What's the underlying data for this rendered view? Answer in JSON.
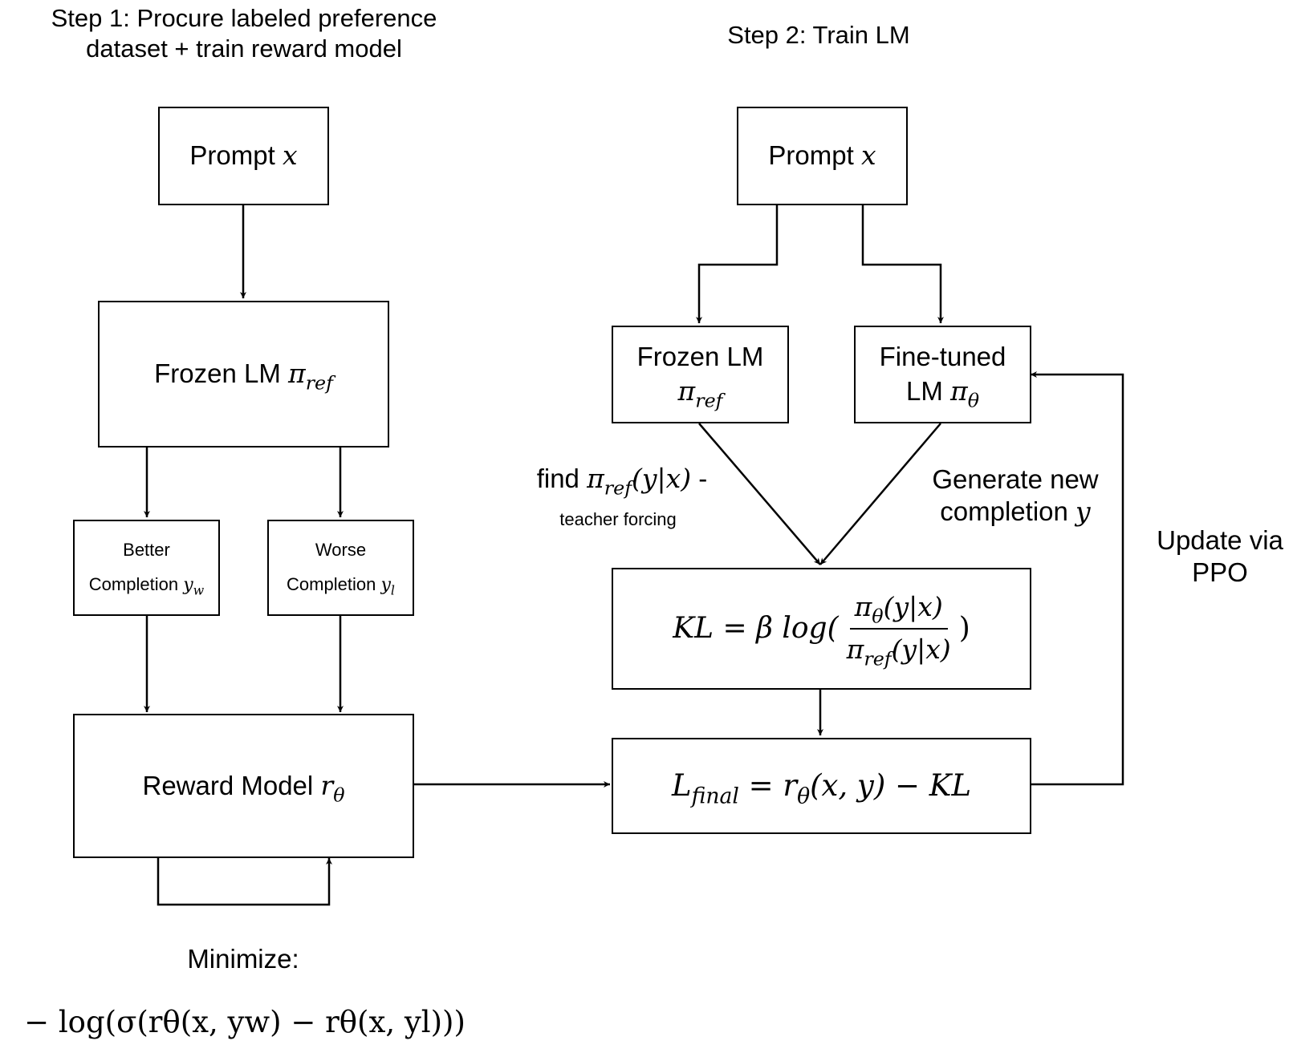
{
  "step1_title": {
    "line1": "Step 1: Procure labeled preference",
    "line2": "dataset + train reward model"
  },
  "step2_title": "Step 2: Train LM",
  "step1": {
    "prompt": {
      "text": "Prompt ",
      "math": "x"
    },
    "frozen_lm": {
      "text": "Frozen LM ",
      "pi": "π",
      "sub": "ref"
    },
    "better": {
      "line1": "Better",
      "line2": "Completion ",
      "y": "y",
      "sub": "w"
    },
    "worse": {
      "line1": "Worse",
      "line2": "Completion ",
      "y": "y",
      "sub": "l"
    },
    "reward_model": {
      "text": "Reward Model ",
      "r": "r",
      "sub": "θ"
    },
    "minimize_label": "Minimize:",
    "loss_formula": "− log(σ(rθ(x, yw) − rθ(x, yl)))"
  },
  "step2": {
    "prompt": {
      "text": "Prompt ",
      "math": "x"
    },
    "frozen_lm": {
      "line1": "Frozen LM",
      "pi": "π",
      "sub": "ref"
    },
    "finetuned_lm": {
      "line1": "Fine-tuned",
      "line2": "LM ",
      "pi": "π",
      "sub": "θ"
    },
    "find_label": {
      "text": "find ",
      "pi": "π",
      "sub": "ref",
      "args": "(y|x)",
      "tail": " -"
    },
    "teacher_forcing": "teacher forcing",
    "generate_label": {
      "line1": "Generate new",
      "line2": "completion ",
      "y": "y"
    },
    "kl_formula": {
      "lhs": "KL = β log(",
      "num_pi": "π",
      "num_sub": "θ",
      "num_args": "(y|x)",
      "den_pi": "π",
      "den_sub": "ref",
      "den_args": "(y|x)",
      "close": ")"
    },
    "final_formula": {
      "L": "L",
      "L_sub": "final",
      "eq": " = ",
      "r": "r",
      "r_sub": "θ",
      "args": "(x, y) − KL"
    },
    "update_label": {
      "line1": "Update via",
      "line2": "PPO"
    }
  }
}
